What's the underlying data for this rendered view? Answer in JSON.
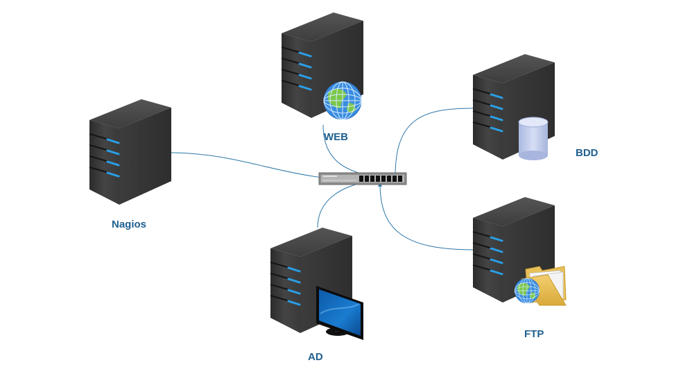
{
  "diagram": {
    "title": "",
    "colors": {
      "connector": "#2a76a8",
      "label": "#1f5f8f",
      "server_body": "#3a3a3a",
      "server_led": "#2aa0e8",
      "switch_body": "#8c8c8c"
    },
    "central_node": {
      "id": "switch",
      "label": "",
      "icon": "network-switch-icon"
    },
    "nodes": [
      {
        "id": "nagios",
        "label": "Nagios",
        "icon": "server-icon",
        "badge": null
      },
      {
        "id": "web",
        "label": "WEB",
        "icon": "server-icon",
        "badge": "globe-icon"
      },
      {
        "id": "bdd",
        "label": "BDD",
        "icon": "server-icon",
        "badge": "database-icon"
      },
      {
        "id": "ad",
        "label": "AD",
        "icon": "server-icon",
        "badge": "monitor-icon"
      },
      {
        "id": "ftp",
        "label": "FTP",
        "icon": "server-icon",
        "badge": "folder-globe-icon"
      }
    ],
    "edges": [
      {
        "from": "nagios",
        "to": "switch"
      },
      {
        "from": "web",
        "to": "switch"
      },
      {
        "from": "bdd",
        "to": "switch"
      },
      {
        "from": "ad",
        "to": "switch"
      },
      {
        "from": "ftp",
        "to": "switch"
      }
    ]
  }
}
